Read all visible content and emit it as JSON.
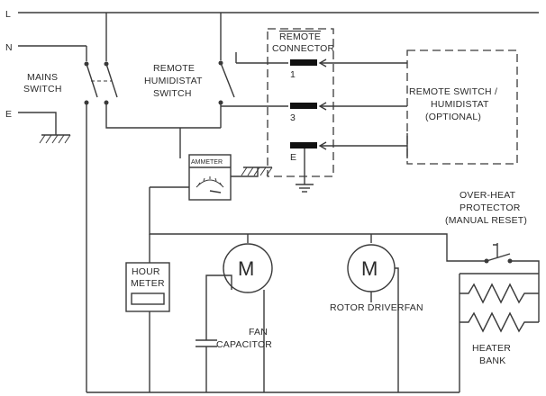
{
  "lines": {
    "l": "L",
    "n": "N",
    "e": "E"
  },
  "labels": {
    "mains_switch": [
      "MAINS",
      "SWITCH"
    ],
    "remote_humidistat_switch": [
      "REMOTE",
      "HUMIDISTAT",
      "SWITCH"
    ],
    "remote_connector": [
      "REMOTE",
      "CONNECTOR"
    ],
    "remote_switch_box": [
      "REMOTE SWITCH /",
      "HUMIDISTAT",
      "(OPTIONAL)"
    ],
    "ammeter": "AMMETER",
    "hour_meter": [
      "HOUR",
      "METER"
    ],
    "overheat_protector": [
      "OVER-HEAT",
      "PROTECTOR",
      "(MANUAL RESET)"
    ],
    "fan_capacitor": [
      "FAN",
      "CAPACITOR"
    ],
    "rotor_driver_fan": "ROTOR DRIVERFAN",
    "heater_bank": [
      "HEATER",
      "BANK"
    ],
    "motor_symbol": "M"
  },
  "connector_pins": [
    "1",
    "3",
    "E"
  ]
}
